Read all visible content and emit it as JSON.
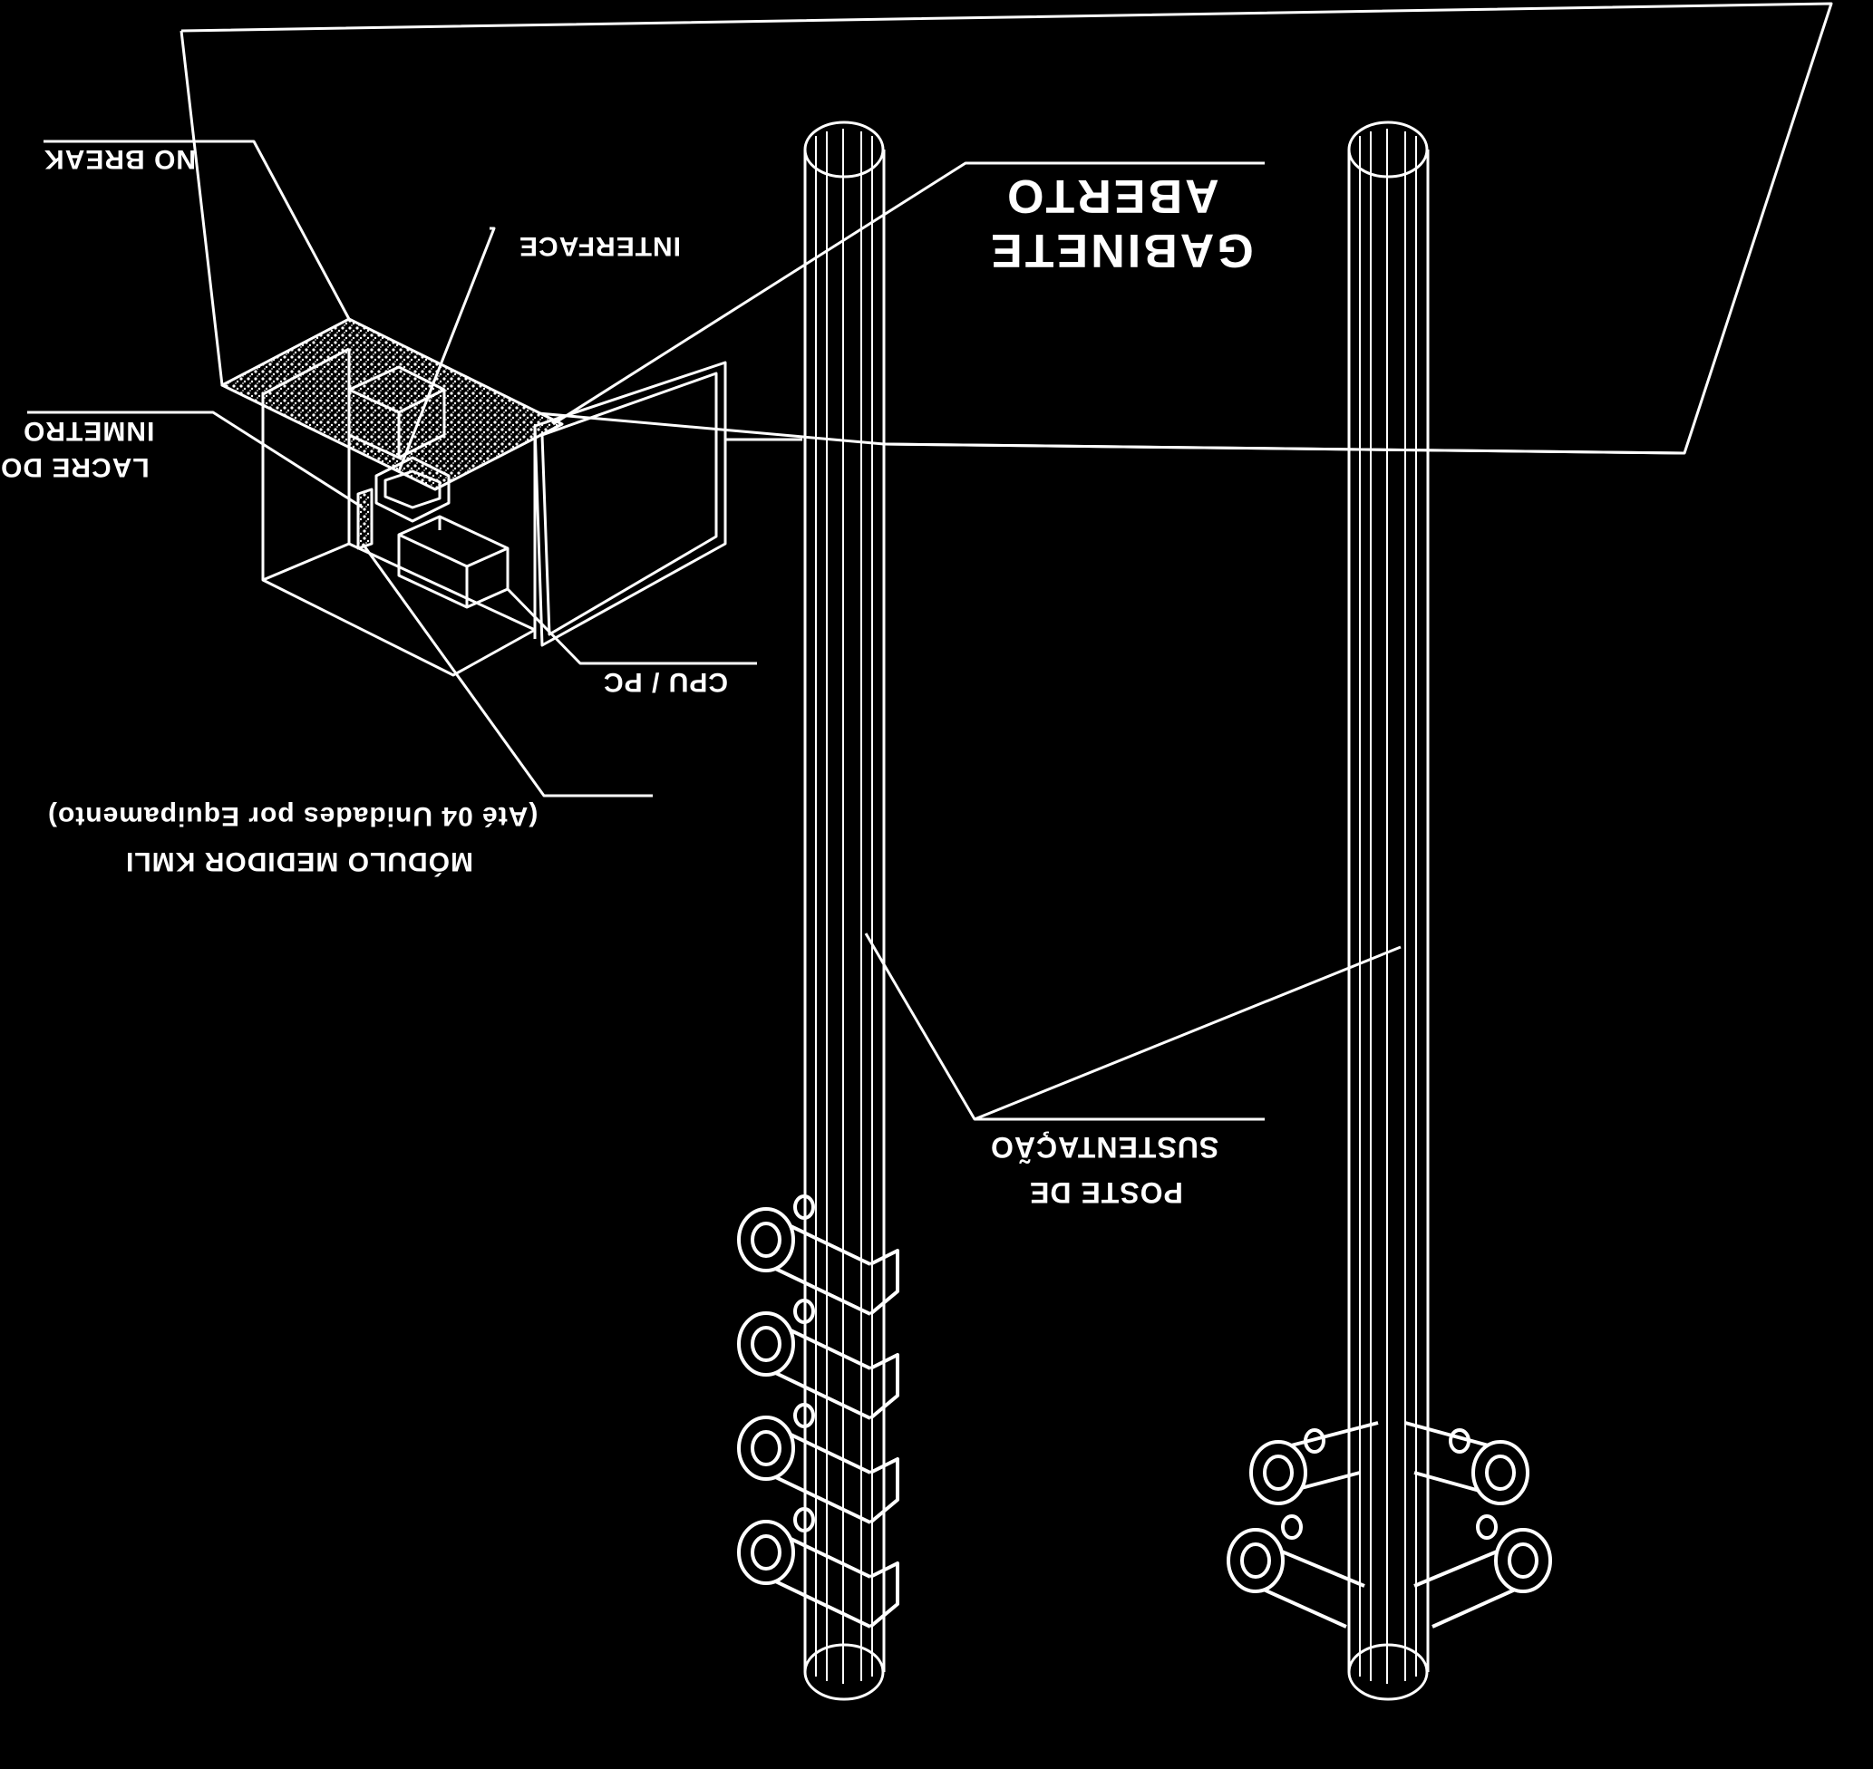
{
  "labels": {
    "no_break": "NO BREAK",
    "interface": "INTERFACE",
    "inmetro": "INMETRO",
    "lacre_do": "LACRE DO",
    "cpu_pc": "CPU / PC",
    "ate_04": "(Até 04 Unidades por Equipamento)",
    "modulo": "MÓDULO MEDIDOR KMLI",
    "aberto": "ABERTO",
    "gabinete": "GABINETE",
    "sustentacao": "SUSTENTAÇÃO",
    "poste_de": "POSTE DE"
  },
  "colors": {
    "background": "#000000",
    "line": "#ffffff"
  }
}
